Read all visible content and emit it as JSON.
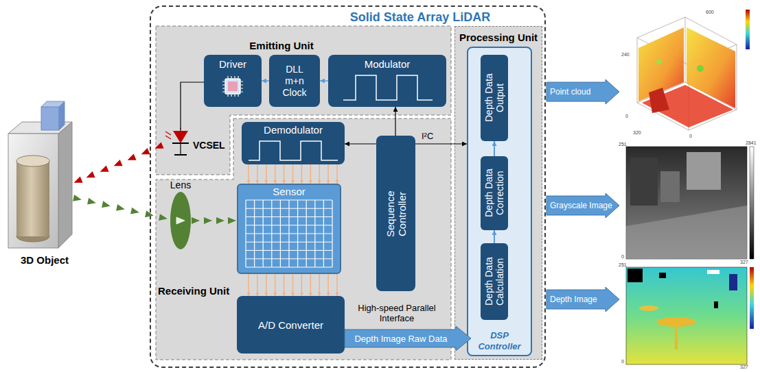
{
  "diagram": {
    "nodes": [
      {
        "text": [
          "Solid State Array LiDAR"
        ]
      },
      {
        "text": [
          "Emitting Unit"
        ],
        "in": 0
      },
      {
        "text": [
          "Driver"
        ],
        "in": 1
      },
      {
        "text": [
          "DLL m+n Clock"
        ],
        "in": 1
      },
      {
        "text": [
          "Modulator"
        ],
        "in": 1
      },
      {
        "text": [
          "VCSEL"
        ],
        "in": 1
      },
      {
        "text": [
          "Receiving Unit"
        ],
        "in": 0
      },
      {
        "text": [
          "Demodulator"
        ],
        "in": 6
      },
      {
        "text": [
          "Sensor"
        ],
        "in": 6
      },
      {
        "text": [
          "Lens"
        ],
        "in": 6
      },
      {
        "text": [
          "Sequence Controller"
        ],
        "in": 6
      },
      {
        "text": [
          "A/D Converter"
        ],
        "in": 6
      },
      {
        "text": [
          "Processing Unit"
        ],
        "in": 0
      },
      {
        "text": [
          "DSP Controller"
        ],
        "in": 12
      },
      {
        "text": [
          "Depth Data Calculation"
        ],
        "in": 13
      },
      {
        "text": [
          "Depth Data Correction"
        ],
        "in": 13
      },
      {
        "text": [
          "Depth Data Output"
        ],
        "in": 13
      },
      {
        "text": [
          "Depth Image Raw Data"
        ],
        "in": 0
      },
      {
        "text": [
          "Point cloud"
        ]
      },
      {
        "text": [
          "Grayscale Image"
        ]
      },
      {
        "text": [
          "Depth Image"
        ]
      }
    ],
    "edges": [
      {
        "from": 4,
        "to": 3,
        "arrow": "to"
      },
      {
        "from": 3,
        "to": 2,
        "arrow": "to"
      },
      {
        "from": 2,
        "to": 5,
        "arrow": "none"
      },
      {
        "from": 10,
        "to": 4,
        "arrow": "to"
      },
      {
        "from": 10,
        "to": 7,
        "arrow": "to"
      },
      {
        "from": 10,
        "to": 13,
        "label": "I²C",
        "arrow": "to"
      },
      {
        "from": 7,
        "to": 8,
        "arrow": "to"
      },
      {
        "from": 7,
        "to": 8,
        "arrow": "to"
      },
      {
        "from": 7,
        "to": 8,
        "arrow": "to"
      },
      {
        "from": 7,
        "to": 8,
        "arrow": "to"
      },
      {
        "from": 7,
        "to": 8,
        "arrow": "to"
      },
      {
        "from": 7,
        "to": 8,
        "arrow": "to"
      },
      {
        "from": 7,
        "to": 8,
        "arrow": "to"
      },
      {
        "from": 7,
        "to": 8,
        "arrow": "to"
      },
      {
        "from": 7,
        "to": 8,
        "arrow": "to"
      },
      {
        "from": 7,
        "to": 8,
        "arrow": "to"
      },
      {
        "from": 7,
        "to": 8,
        "arrow": "to"
      },
      {
        "from": 8,
        "to": 11,
        "arrow": "to"
      },
      {
        "from": 8,
        "to": 11,
        "arrow": "to"
      },
      {
        "from": 8,
        "to": 11,
        "arrow": "to"
      },
      {
        "from": 8,
        "to": 11,
        "arrow": "to"
      },
      {
        "from": 8,
        "to": 11,
        "arrow": "to"
      },
      {
        "from": 8,
        "to": 11,
        "arrow": "to"
      },
      {
        "from": 8,
        "to": 11,
        "arrow": "to"
      },
      {
        "from": 8,
        "to": 11,
        "arrow": "to"
      },
      {
        "from": 8,
        "to": 11,
        "arrow": "to"
      },
      {
        "from": 8,
        "to": 11,
        "arrow": "to"
      },
      {
        "from": 8,
        "to": 11,
        "arrow": "to"
      },
      {
        "from": 14,
        "to": 15,
        "arrow": "to"
      },
      {
        "from": 15,
        "to": 16,
        "arrow": "to"
      }
    ],
    "labels": [
      "3D Object",
      "High-speed Parallel Interface",
      "600",
      "240",
      "0",
      "320",
      "0",
      "251",
      "2841",
      "0",
      "327",
      "251",
      "0",
      "327"
    ]
  }
}
